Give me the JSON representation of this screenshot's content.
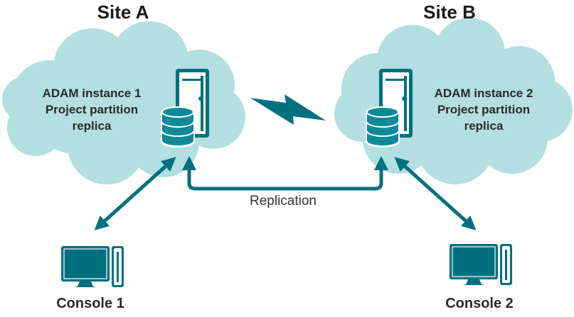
{
  "sites": [
    {
      "title": "Site A",
      "instance": {
        "line1": "ADAM instance 1",
        "line2": "Project partition",
        "line3": "replica"
      },
      "console": "Console 1"
    },
    {
      "title": "Site B",
      "instance": {
        "line1": "ADAM instance 2",
        "line2": "Project partition",
        "line3": "replica"
      },
      "console": "Console 2"
    }
  ],
  "link": {
    "label": "Replication",
    "wan_icon": "lightning-bolt-icon"
  },
  "icons": {
    "server": "server-tower-icon",
    "database": "database-icon",
    "console": "desktop-computer-icon"
  },
  "colors": {
    "cloud": "#b3dfe0",
    "accent": "#00707f",
    "accent_light": "#0a8a98",
    "text": "#2a2a2a"
  }
}
